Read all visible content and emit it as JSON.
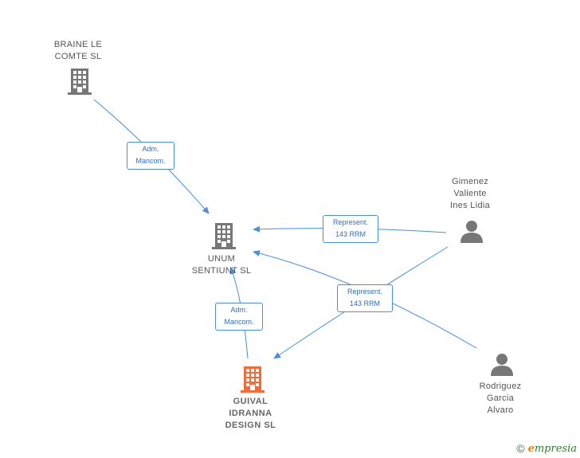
{
  "nodes": {
    "braine": {
      "label": "BRAINE LE\nCOMTE  SL",
      "icon": "building-icon",
      "color": "#777777"
    },
    "unum": {
      "label": "UNUM\nSENTIUNT  SL",
      "icon": "building-icon",
      "color": "#777777"
    },
    "guival": {
      "label": "GUIVAL\nIDRANNA\nDESIGN  SL",
      "icon": "building-icon",
      "color": "#f26b3a"
    },
    "gimenez": {
      "label": "Gimenez\nValiente\nInes Lidia",
      "icon": "person-icon",
      "color": "#777777"
    },
    "rodriguez": {
      "label": "Rodriguez\nGarcia\nAlvaro",
      "icon": "person-icon",
      "color": "#777777"
    }
  },
  "edges": {
    "braine_unum": "Adm.\nMancom.",
    "guival_unum": "Adm.\nMancom.",
    "gimenez_unum": "Represent.\n143 RRM",
    "rodriguez_guival": "Represent.\n143 RRM"
  },
  "colors": {
    "edge": "#4a8fd8"
  },
  "footer": {
    "copyright": "©",
    "brand_rest": "mpresia",
    "brand_e": "e"
  }
}
